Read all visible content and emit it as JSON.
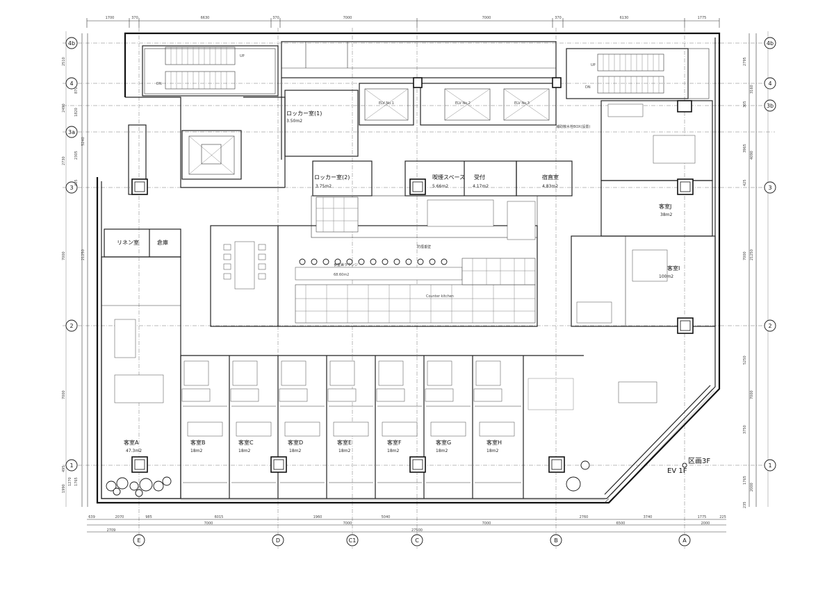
{
  "dims_top": [
    "1700",
    "370",
    "6630",
    "370",
    "7000",
    "7000",
    "370",
    "6130",
    "1775"
  ],
  "dims_bottom_row1": [
    "639",
    "2070",
    "985",
    "6015",
    "1960",
    "5040",
    "2760",
    "3740",
    "1775",
    "225"
  ],
  "dims_bottom_row2": [
    "7000",
    "7000",
    "7000",
    "6500",
    "2000"
  ],
  "dims_bottom_row3": [
    "2709",
    "27500"
  ],
  "axes_bottom": [
    "E",
    "D",
    "C1",
    "C",
    "B",
    "A"
  ],
  "axes_left": [
    "4b",
    "4",
    "3a",
    "3",
    "2",
    "1"
  ],
  "axes_right": [
    "4b",
    "4",
    "3b",
    "3",
    "2",
    "1"
  ],
  "dims_left": [
    "2510",
    "870",
    "2490",
    "1820",
    "5240",
    "2730",
    "2305",
    "405",
    "21250",
    "7000",
    "7000",
    "1765",
    "495",
    "1270",
    "1990"
  ],
  "dims_right": [
    "2795",
    "3160",
    "305",
    "3965",
    "4090",
    "425",
    "7000",
    "21250",
    "5250",
    "7000",
    "3750",
    "1765",
    "2000",
    "235"
  ],
  "rooms": {
    "locker1": {
      "name": "ロッカー室(1)",
      "area": "3.50m2"
    },
    "locker2": {
      "name": "ロッカー室(2)",
      "area": "3.75m2"
    },
    "smoking": {
      "name": "喫煙スペース",
      "area": "5.66m2"
    },
    "reception": {
      "name": "受付",
      "area": "4.17m2"
    },
    "night": {
      "name": "宿直室",
      "area": "4.83m2"
    },
    "linen": {
      "name": "リネン室"
    },
    "storage": {
      "name": "倉庫"
    },
    "guestJ": {
      "name": "客室J",
      "area": "38m2"
    },
    "guestI": {
      "name": "客室I",
      "area": "100m2"
    },
    "guestA": {
      "name": "客室A",
      "area": "47.3m2"
    },
    "guestB": {
      "name": "客室B",
      "area": "18m2"
    },
    "guestC": {
      "name": "客室C",
      "area": "18m2"
    },
    "guestD": {
      "name": "客室D",
      "area": "18m2"
    },
    "guestE": {
      "name": "客室E",
      "area": "18m2"
    },
    "guestF": {
      "name": "客室F",
      "area": "18m2"
    },
    "guestG": {
      "name": "客室G",
      "area": "18m2"
    },
    "guestH": {
      "name": "客室H",
      "area": "18m2"
    },
    "dining": {
      "name": "食堂兼ラウンジ",
      "area": "68.60m2"
    }
  },
  "labels": {
    "block3f": "区画3F",
    "ev1f": "EV 1F",
    "counter": "Counter\nkitchen",
    "up": "UP",
    "dn": "DN",
    "evA": "ELV No.1",
    "evB": "ELV No.2",
    "evC": "ELV No.3",
    "fireBox": "補助散水栓BOX(設置)",
    "smokeWall": "防煙垂壁"
  }
}
